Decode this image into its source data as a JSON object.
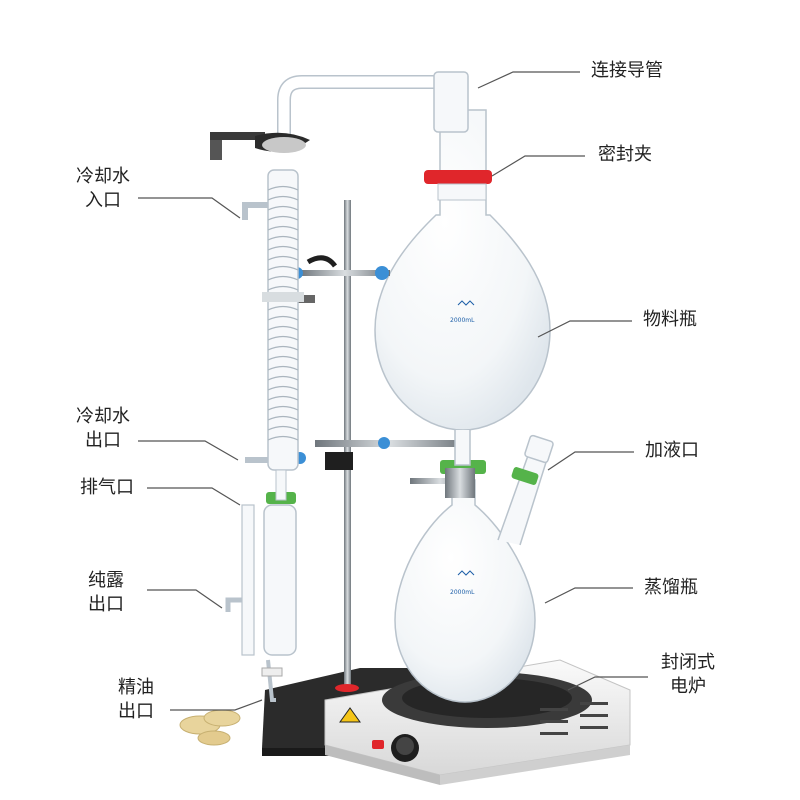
{
  "labels": {
    "connecting_tube": "连接导管",
    "sealing_clamp": "密封夹",
    "cooling_water_in": [
      "冷却水",
      "入口"
    ],
    "material_flask": "物料瓶",
    "cooling_water_out": [
      "冷却水",
      "出口"
    ],
    "liquid_inlet": "加液口",
    "vent": "排气口",
    "hydrosol_outlet": [
      "纯露",
      "出口"
    ],
    "distilling_flask": "蒸馏瓶",
    "essential_oil_outlet": [
      "精油",
      "出口"
    ],
    "electric_stove": [
      "封闭式",
      "电炉"
    ]
  },
  "flask_marks": {
    "upper": "2000mL",
    "lower": "2000mL"
  },
  "colors": {
    "label_text": "#222222",
    "leader_line": "#555555",
    "glass_stroke": "#b9c3cc",
    "red_clamp": "#e0262b",
    "green_clamp": "#55b34a",
    "blue_knob": "#3b8fd6",
    "base_plate": "#2b2b2b",
    "hot_plate_body": "#f2f2f2",
    "tubing": "#e8d49c"
  }
}
